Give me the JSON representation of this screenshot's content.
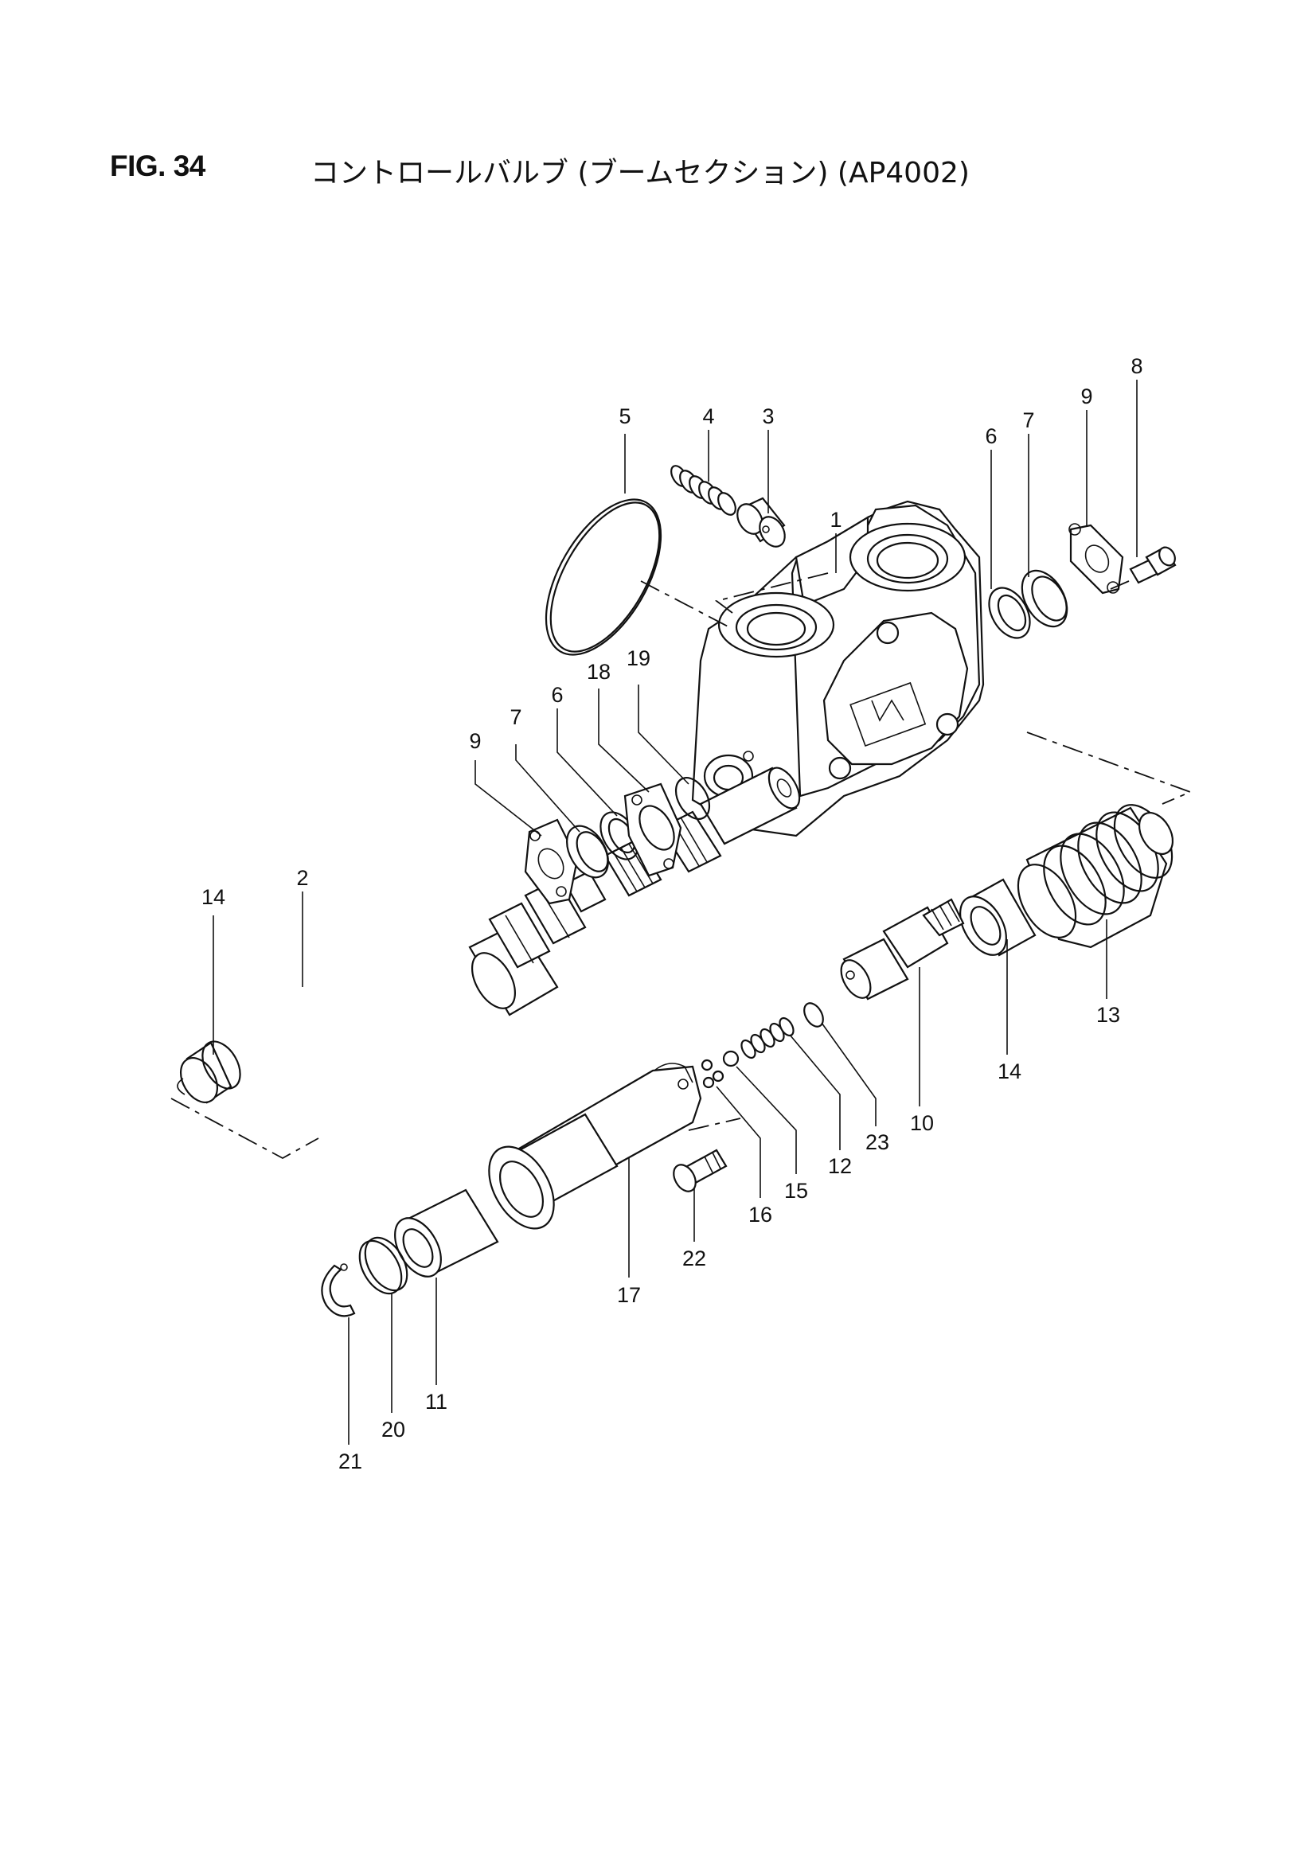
{
  "figure": {
    "number": "FIG. 34",
    "title": "コントロールバルブ (ブームセクション) (AP4002)"
  },
  "callouts": [
    {
      "id": "c1",
      "label": "1"
    },
    {
      "id": "c2",
      "label": "2"
    },
    {
      "id": "c3",
      "label": "3"
    },
    {
      "id": "c4",
      "label": "4"
    },
    {
      "id": "c5",
      "label": "5"
    },
    {
      "id": "c6a",
      "label": "6"
    },
    {
      "id": "c7a",
      "label": "7"
    },
    {
      "id": "c8",
      "label": "8"
    },
    {
      "id": "c9a",
      "label": "9"
    },
    {
      "id": "c6b",
      "label": "6"
    },
    {
      "id": "c7b",
      "label": "7"
    },
    {
      "id": "c9b",
      "label": "9"
    },
    {
      "id": "c18",
      "label": "18"
    },
    {
      "id": "c19",
      "label": "19"
    },
    {
      "id": "c14a",
      "label": "14"
    },
    {
      "id": "c14b",
      "label": "14"
    },
    {
      "id": "c13",
      "label": "13"
    },
    {
      "id": "c10",
      "label": "10"
    },
    {
      "id": "c23",
      "label": "23"
    },
    {
      "id": "c12",
      "label": "12"
    },
    {
      "id": "c15",
      "label": "15"
    },
    {
      "id": "c16",
      "label": "16"
    },
    {
      "id": "c22",
      "label": "22"
    },
    {
      "id": "c17",
      "label": "17"
    },
    {
      "id": "c11",
      "label": "11"
    },
    {
      "id": "c20",
      "label": "20"
    },
    {
      "id": "c21",
      "label": "21"
    }
  ]
}
